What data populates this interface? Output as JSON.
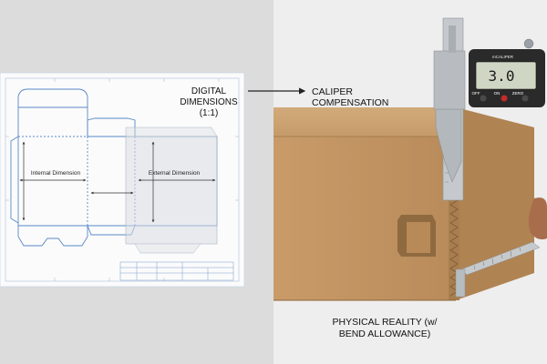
{
  "labels": {
    "digital_dimensions": "DIGITAL DIMENSIONS (1:1)",
    "caliper_compensation": "CALIPER COMPENSATION",
    "physical_reality": "PHYSICAL REALITY (w/ BEND ALLOWANCE)",
    "internal_dimension": "Internal Dimension",
    "external_dimension": "External Dimension"
  },
  "caliper": {
    "reading": "3.0",
    "brand": "mCALIPER",
    "btn_off": "OFF",
    "btn_on": "ON",
    "btn_zero": "ZERO"
  },
  "colors": {
    "background_left": "#dcdcdc",
    "background_right": "#eeeeee",
    "blueprint_line": "#5a88c8",
    "cardboard": "#c49a68",
    "cardboard_dark": "#a97e4f",
    "caliper_steel": "#b8bcc0",
    "caliper_body": "#2a2a2a",
    "lcd": "#cfd6c4"
  }
}
